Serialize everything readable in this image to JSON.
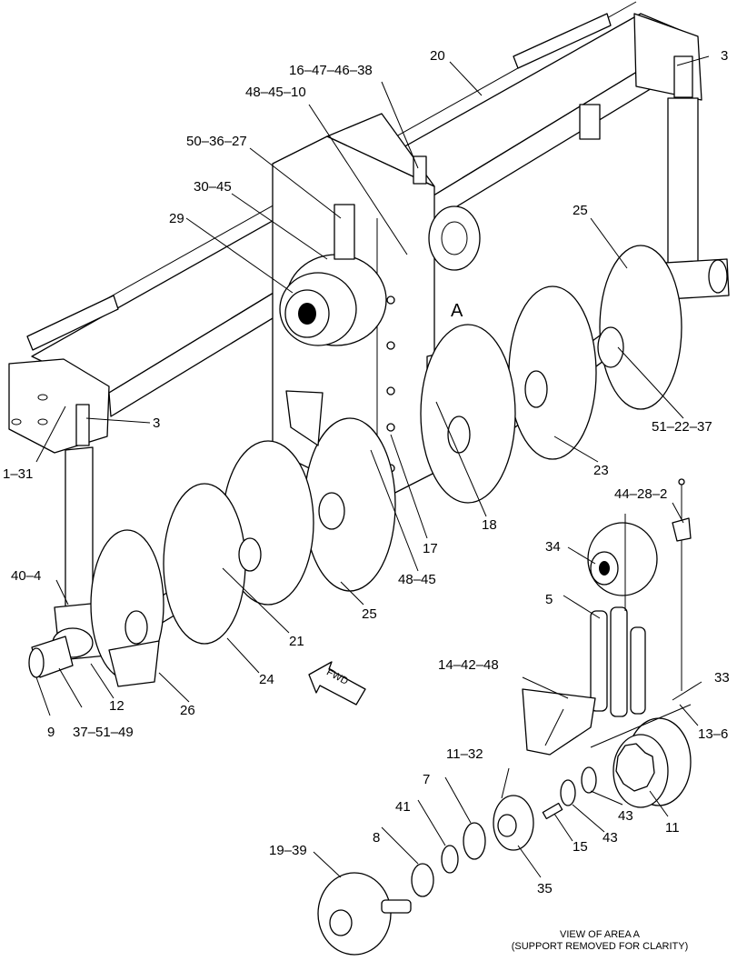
{
  "labels": {
    "l_3_top": "3",
    "l_20": "20",
    "l_16_47_46_38": "16–47–46–38",
    "l_48_45_10": "48–45–10",
    "l_50_36_27": "50–36–27",
    "l_30_45": "30–45",
    "l_29": "29",
    "l_25_right": "25",
    "l_a": "A",
    "l_3_left": "3",
    "l_1_31": "1–31",
    "l_51_22_37": "51–22–37",
    "l_23": "23",
    "l_18": "18",
    "l_17": "17",
    "l_48_45": "48–45",
    "l_44_28_2": "44–28–2",
    "l_34": "34",
    "l_5": "5",
    "l_40_4": "40–4",
    "l_21": "21",
    "l_25_bottom": "25",
    "l_24": "24",
    "l_14_42_48": "14–42–48",
    "l_33": "33",
    "l_13_6": "13–6",
    "l_12": "12",
    "l_26": "26",
    "l_9": "9",
    "l_37_51_49": "37–51–49",
    "l_11_32": "11–32",
    "l_7": "7",
    "l_41": "41",
    "l_8": "8",
    "l_19_39": "19–39",
    "l_35": "35",
    "l_15": "15",
    "l_43_a": "43",
    "l_43_b": "43",
    "l_11": "11",
    "fwd": "FWD"
  },
  "caption": {
    "line1": "VIEW OF AREA  A",
    "line2": "(SUPPORT REMOVED FOR CLARITY)"
  }
}
